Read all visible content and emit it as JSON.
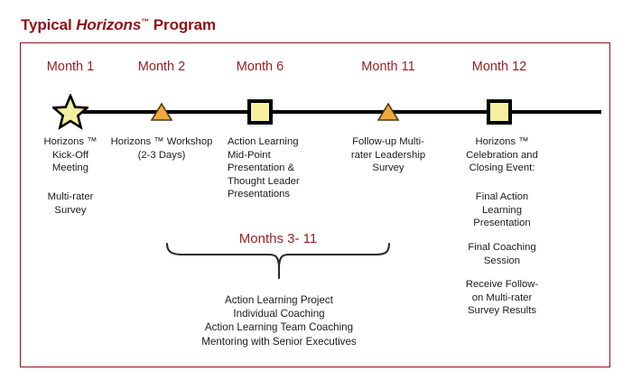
{
  "title": {
    "lead": "Typical ",
    "brand": "Horizons",
    "tm": "™",
    "tail": " Program"
  },
  "colors": {
    "accent_red": "#8E1118",
    "heading_red": "#9B2023",
    "marker_yellow": "#F5F0A0",
    "marker_orange": "#F0A93C",
    "axis_black": "#000000",
    "body_text": "#1a1a1a"
  },
  "timeline": {
    "milestones": [
      {
        "month_label": "Month 1",
        "marker": "star-marker",
        "description": "Horizons ™\nKick-Off\nMeeting",
        "description_2": "Multi-rater\nSurvey",
        "align": "centered"
      },
      {
        "month_label": "Month 2",
        "marker": "triangle-marker",
        "description": "Horizons ™ Workshop\n(2-3 Days)",
        "description_2": "",
        "align": "centered"
      },
      {
        "month_label": "Month 6",
        "marker": "square-marker",
        "description": "Action Learning\nMid-Point\nPresentation &\nThought Leader\nPresentations",
        "description_2": "",
        "align": "leftal"
      },
      {
        "month_label": "Month 11",
        "marker": "triangle-marker",
        "description": "Follow-up Multi-\nrater Leadership\nSurvey",
        "description_2": "",
        "align": "centered"
      },
      {
        "month_label": "Month 12",
        "marker": "square-marker",
        "description": "Horizons ™\nCelebration and\nClosing Event:",
        "description_2": "Final Action\nLearning\nPresentation",
        "description_3": "Final Coaching\nSession",
        "description_4": "Receive Follow-\non Multi-rater\nSurvey Results",
        "align": "centered"
      }
    ]
  },
  "brace_section": {
    "label": "Months 3- 11",
    "activities": "Action Learning Project\nIndividual Coaching\nAction Learning Team Coaching\nMentoring with Senior Executives"
  }
}
